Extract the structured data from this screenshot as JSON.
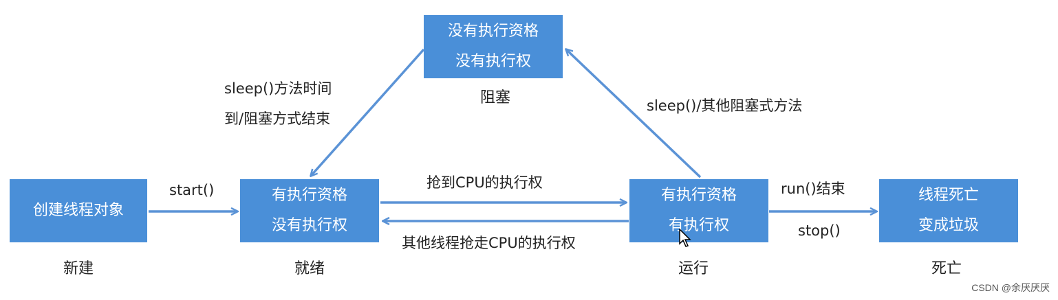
{
  "states": {
    "new": {
      "lines": [
        "创建线程对象"
      ],
      "caption": "新建"
    },
    "ready": {
      "lines": [
        "有执行资格",
        "没有执行权"
      ],
      "caption": "就绪"
    },
    "running": {
      "lines": [
        "有执行资格",
        "有执行权"
      ],
      "caption": "运行"
    },
    "dead": {
      "lines": [
        "线程死亡",
        "变成垃圾"
      ],
      "caption": "死亡"
    },
    "blocked": {
      "lines": [
        "没有执行资格",
        "没有执行权"
      ],
      "caption": "阻塞"
    }
  },
  "transitions": {
    "start": "start()",
    "grab_cpu": "抢到CPU的执行权",
    "lose_cpu": "其他线程抢走CPU的执行权",
    "run_end": "run()结束",
    "stop": "stop()",
    "to_blocked": "sleep()/其他阻塞式方法",
    "unblock": [
      "sleep()方法时间",
      "到/阻塞方式结束"
    ]
  },
  "colors": {
    "box": "#4a8fd8",
    "arrow": "#5b93d6"
  },
  "watermark": "CSDN @余厌厌厌"
}
